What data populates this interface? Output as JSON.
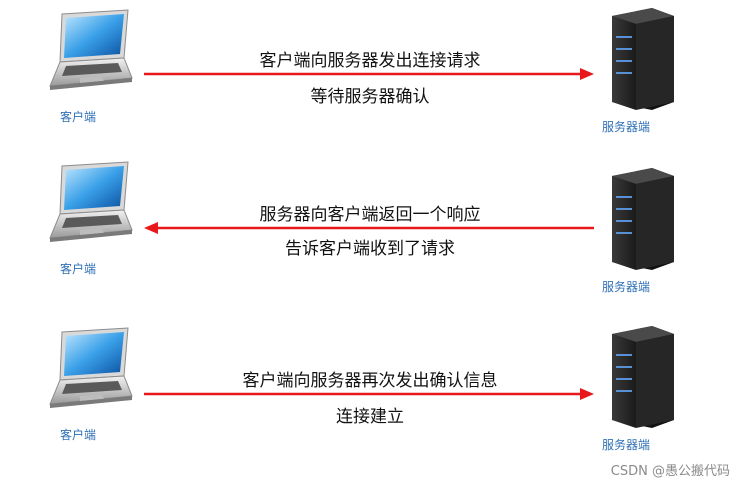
{
  "colors": {
    "arrow": "#e8181b",
    "label": "#2f6fb5",
    "text": "#111111"
  },
  "steps": [
    {
      "direction": "right",
      "line1": "客户端向服务器发出连接请求",
      "line2": "等待服务器确认",
      "client_label": "客户端",
      "server_label": "服务器端"
    },
    {
      "direction": "left",
      "line1": "服务器向客户端返回一个响应",
      "line2": "告诉客户端收到了请求",
      "client_label": "客户端",
      "server_label": "服务器端"
    },
    {
      "direction": "right",
      "line1": "客户端向服务器再次发出确认信息",
      "line2": "连接建立",
      "client_label": "客户端",
      "server_label": "服务器端"
    }
  ],
  "watermark": "CSDN @愚公搬代码"
}
